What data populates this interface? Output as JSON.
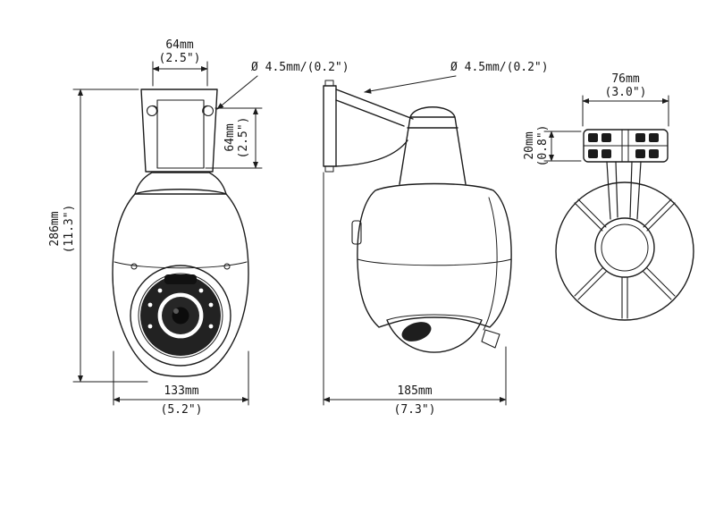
{
  "canvas": {
    "background": "#ffffff",
    "ink": "#1c1c1c"
  },
  "views": {
    "front": {
      "top_width_mm": "64mm",
      "top_width_in": "(2.5\")",
      "hole_callout": "Ø 4.5mm/(0.2\")",
      "bracket_height_mm": "64mm",
      "bracket_height_in": "(2.5\")",
      "overall_height_mm": "286mm",
      "overall_height_in": "(11.3\")",
      "body_width_mm": "133mm",
      "body_width_in": "(5.2\")"
    },
    "side": {
      "hole_callout": "Ø 4.5mm/(0.2\")",
      "overall_depth_mm": "185mm",
      "overall_depth_in": "(7.3\")"
    },
    "rear": {
      "plate_width_mm": "76mm",
      "plate_width_in": "(3.0\")",
      "plate_height_mm": "20mm",
      "plate_height_in": "(0.8\")"
    }
  }
}
